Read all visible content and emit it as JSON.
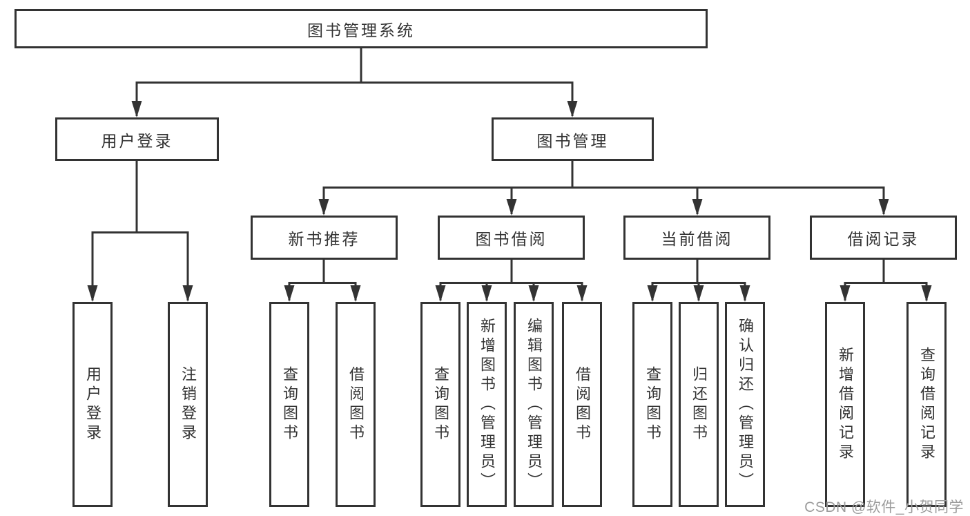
{
  "diagram_title": "图书管理系统",
  "root": {
    "label": "图书管理系统"
  },
  "level2": [
    {
      "label": "用户登录"
    },
    {
      "label": "图书管理"
    }
  ],
  "level3": [
    {
      "label": "新书推荐"
    },
    {
      "label": "图书借阅"
    },
    {
      "label": "当前借阅"
    },
    {
      "label": "借阅记录"
    }
  ],
  "leaves": [
    "用户登录",
    "注销登录",
    "查询图书",
    "借阅图书",
    "查询图书",
    "新增图书（管理员）",
    "编辑图书（管理员）",
    "借阅图书",
    "查询图书",
    "归还图书",
    "确认归还（管理员）",
    "新增借阅记录",
    "查询借阅记录"
  ],
  "watermark": "CSDN @软件_小贺同学",
  "colors": {
    "line": "#333333",
    "box_border": "#333333",
    "box_background": "#ffffff",
    "text": "#333333",
    "watermark": "#9c9c9c",
    "page_background": "#ffffff"
  }
}
